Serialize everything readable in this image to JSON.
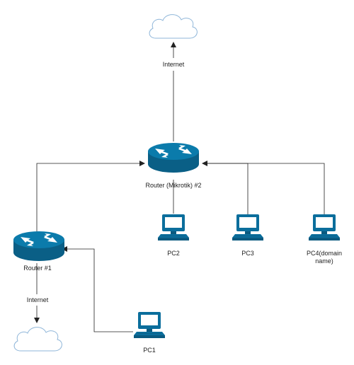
{
  "diagram": {
    "nodes": {
      "cloud_top": {
        "label": "",
        "icon": "cloud-icon"
      },
      "cloud_bottom": {
        "label": "",
        "icon": "cloud-icon"
      },
      "router2": {
        "label": "Router (Mikrotik) #2",
        "icon": "router-icon"
      },
      "router1": {
        "label": "Router #1",
        "icon": "router-icon"
      },
      "pc1": {
        "label": "PC1",
        "icon": "desktop-computer-icon"
      },
      "pc2": {
        "label": "PC2",
        "icon": "desktop-computer-icon"
      },
      "pc3": {
        "label": "PC3",
        "icon": "desktop-computer-icon"
      },
      "pc4": {
        "label_line1": "PC4(domain",
        "label_line2": "name)",
        "icon": "desktop-computer-icon"
      }
    },
    "edges": {
      "router2_to_cloud_top": {
        "label": "Internet"
      },
      "router1_to_cloud_bottom": {
        "label": "Internet"
      }
    }
  },
  "colors": {
    "device_primary": "#0b7bab",
    "device_dark": "#0a5f86",
    "cloud_outline": "#8fb6d9",
    "connector": "#222222"
  }
}
